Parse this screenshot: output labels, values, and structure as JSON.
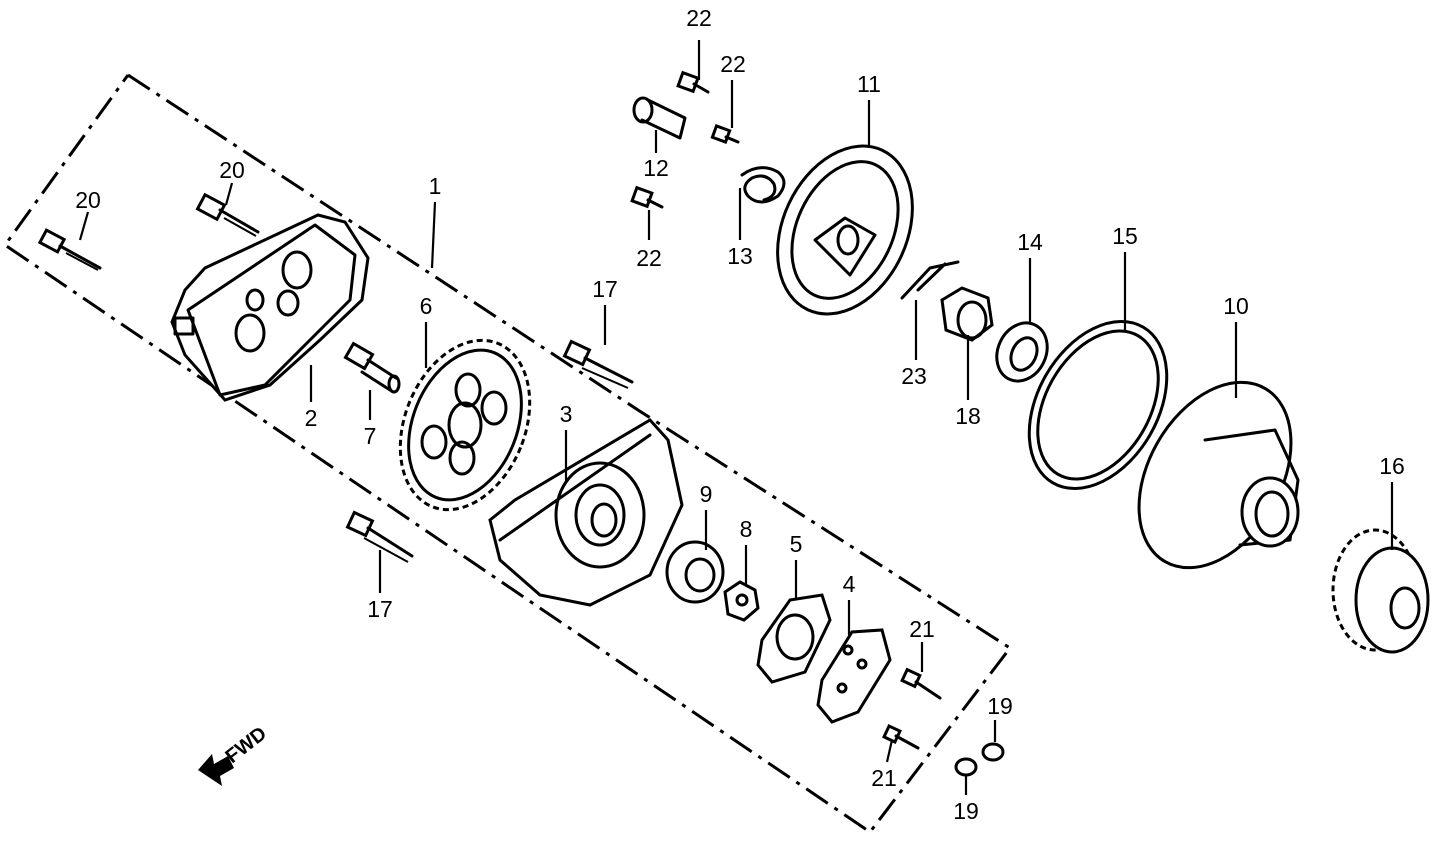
{
  "diagram": {
    "fwd_label": "FWD",
    "callouts": [
      {
        "id": "c1",
        "text": "1"
      },
      {
        "id": "c2",
        "text": "2"
      },
      {
        "id": "c3",
        "text": "3"
      },
      {
        "id": "c4",
        "text": "4"
      },
      {
        "id": "c5",
        "text": "5"
      },
      {
        "id": "c6",
        "text": "6"
      },
      {
        "id": "c7",
        "text": "7"
      },
      {
        "id": "c8",
        "text": "8"
      },
      {
        "id": "c9",
        "text": "9"
      },
      {
        "id": "c10",
        "text": "10"
      },
      {
        "id": "c11",
        "text": "11"
      },
      {
        "id": "c12",
        "text": "12"
      },
      {
        "id": "c13",
        "text": "13"
      },
      {
        "id": "c14",
        "text": "14"
      },
      {
        "id": "c15",
        "text": "15"
      },
      {
        "id": "c16",
        "text": "16"
      },
      {
        "id": "c17a",
        "text": "17"
      },
      {
        "id": "c17b",
        "text": "17"
      },
      {
        "id": "c18",
        "text": "18"
      },
      {
        "id": "c19a",
        "text": "19"
      },
      {
        "id": "c19b",
        "text": "19"
      },
      {
        "id": "c20a",
        "text": "20"
      },
      {
        "id": "c20b",
        "text": "20"
      },
      {
        "id": "c21a",
        "text": "21"
      },
      {
        "id": "c21b",
        "text": "21"
      },
      {
        "id": "c22a",
        "text": "22"
      },
      {
        "id": "c22b",
        "text": "22"
      },
      {
        "id": "c22c",
        "text": "22"
      },
      {
        "id": "c23",
        "text": "23"
      }
    ]
  }
}
